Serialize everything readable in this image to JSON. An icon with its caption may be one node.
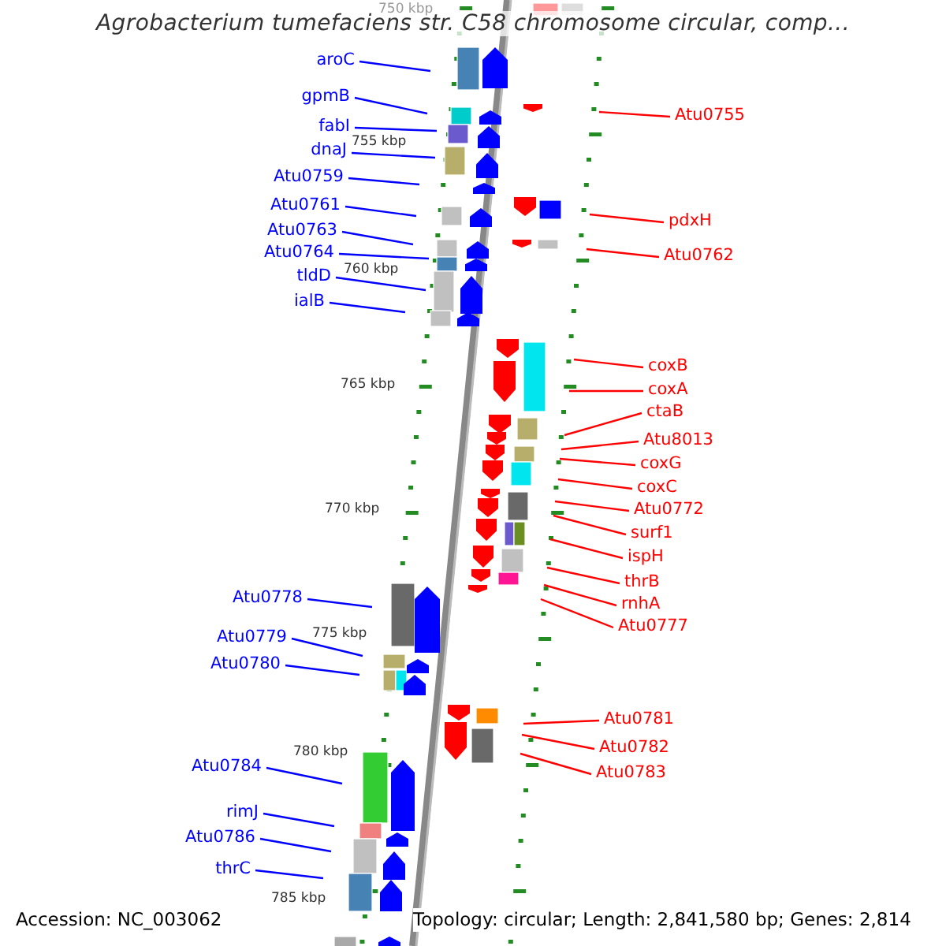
{
  "diagram": {
    "title": "Agrobacterium tumefaciens str. C58 chromosome circular, comp...",
    "nodes": [
      {
        "text": [
          "aroC"
        ]
      },
      {
        "text": [
          "gpmB"
        ]
      },
      {
        "text": [
          "fabI"
        ]
      },
      {
        "text": [
          "dnaJ"
        ]
      },
      {
        "text": [
          "Atu0759"
        ]
      },
      {
        "text": [
          "Atu0761"
        ]
      },
      {
        "text": [
          "Atu0763"
        ]
      },
      {
        "text": [
          "Atu0764"
        ]
      },
      {
        "text": [
          "tldD"
        ]
      },
      {
        "text": [
          "ialB"
        ]
      },
      {
        "text": [
          "Atu0778"
        ]
      },
      {
        "text": [
          "Atu0779"
        ]
      },
      {
        "text": [
          "Atu0780"
        ]
      },
      {
        "text": [
          "Atu0784"
        ]
      },
      {
        "text": [
          "rimJ"
        ]
      },
      {
        "text": [
          "Atu0786"
        ]
      },
      {
        "text": [
          "thrC"
        ]
      },
      {
        "text": [
          "Atu0755"
        ]
      },
      {
        "text": [
          "pdxH"
        ]
      },
      {
        "text": [
          "Atu0762"
        ]
      },
      {
        "text": [
          "coxB"
        ]
      },
      {
        "text": [
          "coxA"
        ]
      },
      {
        "text": [
          "ctaB"
        ]
      },
      {
        "text": [
          "Atu8013"
        ]
      },
      {
        "text": [
          "coxG"
        ]
      },
      {
        "text": [
          "coxC"
        ]
      },
      {
        "text": [
          "Atu0772"
        ]
      },
      {
        "text": [
          "surf1"
        ]
      },
      {
        "text": [
          "ispH"
        ]
      },
      {
        "text": [
          "thrB"
        ]
      },
      {
        "text": [
          "rnhA"
        ]
      },
      {
        "text": [
          "Atu0777"
        ]
      },
      {
        "text": [
          "Atu0781"
        ]
      },
      {
        "text": [
          "Atu0782"
        ]
      },
      {
        "text": [
          "Atu0783"
        ]
      }
    ],
    "edges": [
      {
        "from": 0,
        "to": null,
        "arrow": "none",
        "color": "#0000ff"
      },
      {
        "from": 1,
        "to": null,
        "arrow": "none",
        "color": "#0000ff"
      },
      {
        "from": 2,
        "to": null,
        "arrow": "none",
        "color": "#0000ff"
      },
      {
        "from": 3,
        "to": null,
        "arrow": "none",
        "color": "#0000ff"
      },
      {
        "from": 4,
        "to": null,
        "arrow": "none",
        "color": "#0000ff"
      },
      {
        "from": 5,
        "to": null,
        "arrow": "none",
        "color": "#0000ff"
      },
      {
        "from": 6,
        "to": null,
        "arrow": "none",
        "color": "#0000ff"
      },
      {
        "from": 7,
        "to": null,
        "arrow": "none",
        "color": "#0000ff"
      },
      {
        "from": 8,
        "to": null,
        "arrow": "none",
        "color": "#0000ff"
      },
      {
        "from": 9,
        "to": null,
        "arrow": "none",
        "color": "#0000ff"
      },
      {
        "from": 10,
        "to": null,
        "arrow": "none",
        "color": "#0000ff"
      },
      {
        "from": 11,
        "to": null,
        "arrow": "none",
        "color": "#0000ff"
      },
      {
        "from": 12,
        "to": null,
        "arrow": "none",
        "color": "#0000ff"
      },
      {
        "from": 13,
        "to": null,
        "arrow": "none",
        "color": "#0000ff"
      },
      {
        "from": 14,
        "to": null,
        "arrow": "none",
        "color": "#0000ff"
      },
      {
        "from": 15,
        "to": null,
        "arrow": "none",
        "color": "#0000ff"
      },
      {
        "from": 16,
        "to": null,
        "arrow": "none",
        "color": "#0000ff"
      },
      {
        "from": 17,
        "to": null,
        "arrow": "none"
      },
      {
        "from": 18,
        "to": null,
        "arrow": "none"
      },
      {
        "from": 19,
        "to": null,
        "arrow": "none"
      },
      {
        "from": 20,
        "to": null,
        "arrow": "none"
      },
      {
        "from": 21,
        "to": null,
        "arrow": "none"
      },
      {
        "from": 22,
        "to": null,
        "arrow": "none"
      },
      {
        "from": 23,
        "to": null,
        "arrow": "none"
      },
      {
        "from": 24,
        "to": null,
        "arrow": "none"
      },
      {
        "from": 25,
        "to": null,
        "arrow": "none"
      },
      {
        "from": 26,
        "to": null,
        "arrow": "none"
      },
      {
        "from": 27,
        "to": null,
        "arrow": "none"
      },
      {
        "from": 28,
        "to": null,
        "arrow": "none"
      },
      {
        "from": 29,
        "to": null,
        "arrow": "none"
      },
      {
        "from": 30,
        "to": null,
        "arrow": "none"
      },
      {
        "from": 31,
        "to": null,
        "arrow": "none"
      },
      {
        "from": 32,
        "to": null,
        "arrow": "none"
      },
      {
        "from": 33,
        "to": null,
        "arrow": "none"
      },
      {
        "from": 34,
        "to": null,
        "arrow": "none"
      }
    ],
    "labels": [
      "750 kbp",
      "755 kbp",
      "760 kbp",
      "765 kbp",
      "770 kbp",
      "775 kbp",
      "780 kbp",
      "785 kbp",
      "Accession: NC_003062",
      "Topology: circular; Length: 2,841,580 bp; Genes: 2,814"
    ]
  }
}
